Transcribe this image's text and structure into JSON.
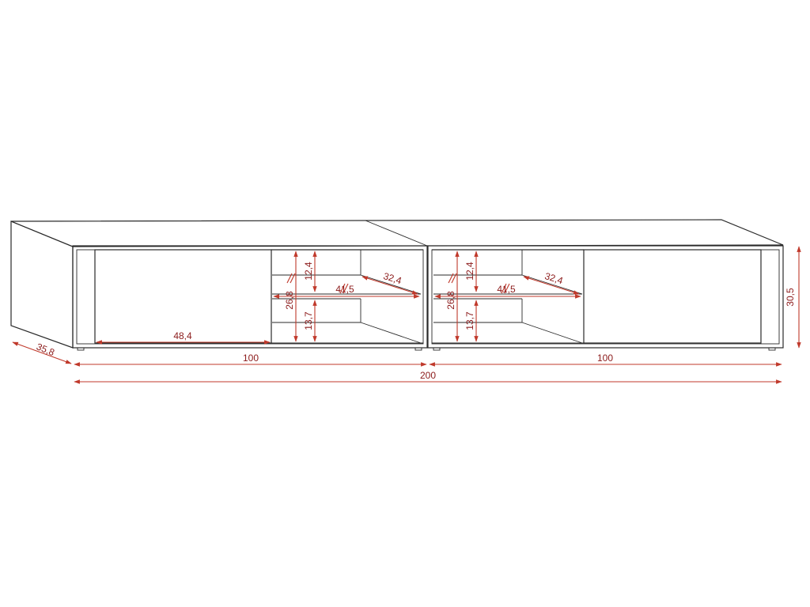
{
  "colors": {
    "outline": "#2a2a2a",
    "dimension": "#c0392b",
    "label": "#8b1a1a",
    "background": "#ffffff"
  },
  "dimensions": {
    "total_width": "200",
    "module_left_width": "100",
    "module_right_width": "100",
    "depth": "35,8",
    "height": "30,5",
    "drawer_width": "48,4",
    "left_module": {
      "upper_shelf_height": "12,4",
      "lower_shelf_height": "13,7",
      "inner_height": "26,8",
      "inner_width": "41,5",
      "inner_depth": "32,4"
    },
    "right_module": {
      "upper_shelf_height": "12,4",
      "lower_shelf_height": "13,7",
      "inner_height": "26,8",
      "inner_width": "41,5",
      "inner_depth": "32,4"
    }
  }
}
